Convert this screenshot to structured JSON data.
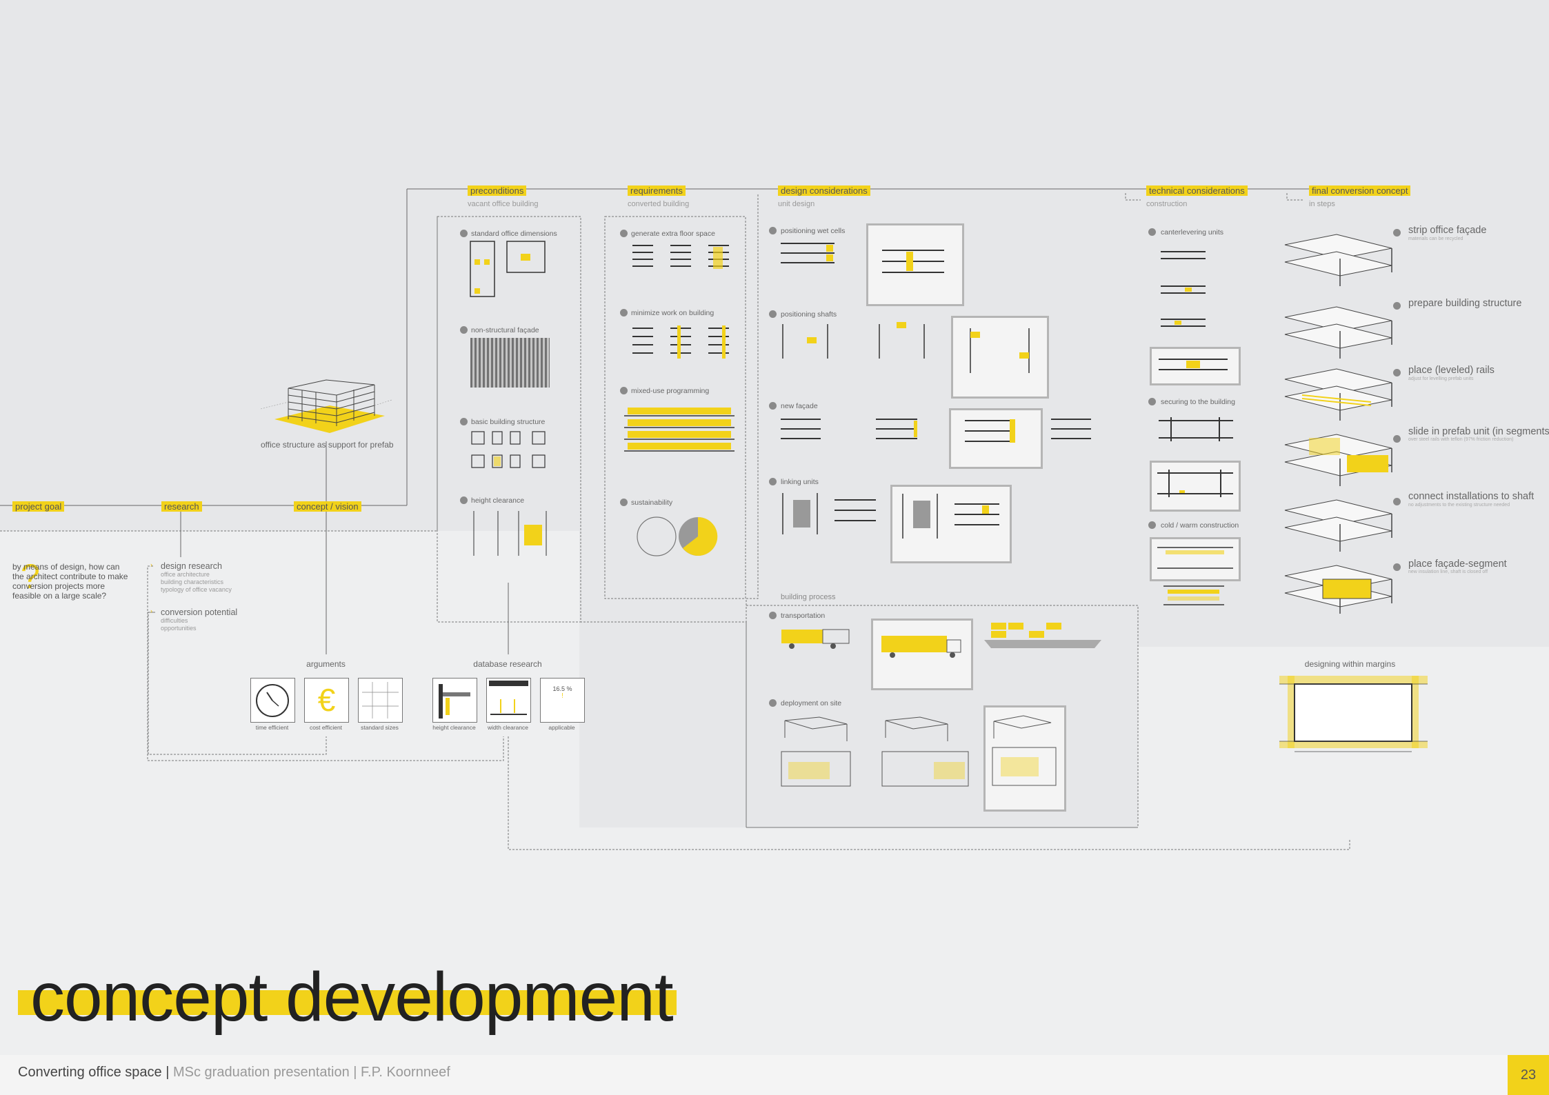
{
  "header": {
    "project_goal": "project goal",
    "research": "research",
    "concept_vision": "concept / vision",
    "preconditions": "preconditions",
    "preconditions_sub": "vacant office building",
    "requirements": "requirements",
    "requirements_sub": "converted building",
    "design_considerations": "design considerations",
    "design_considerations_sub": "unit design",
    "technical_considerations": "technical considerations",
    "technical_considerations_sub": "construction",
    "final_concept": "final conversion concept",
    "final_concept_sub": "in steps"
  },
  "question": "by means of design, how can the architect contribute to make conversion projects more feasible on a large scale?",
  "question_mark": "?",
  "research_items": [
    {
      "title": "design research",
      "lines": [
        "office architecture",
        "building characteristics",
        "typology of office vacancy"
      ]
    },
    {
      "title": "conversion potential",
      "lines": [
        "difficulties",
        "opportunities"
      ]
    }
  ],
  "concept_caption": "office structure as support for prefab",
  "arguments": {
    "title": "arguments",
    "items": [
      "time efficient",
      "cost efficient",
      "standard sizes"
    ],
    "euro": "€"
  },
  "database": {
    "title": "database research",
    "items": [
      "height clearance",
      "width clearance",
      "applicable"
    ],
    "percent": "16.5 %"
  },
  "preconditions_items": [
    "standard office dimensions",
    "non-structural façade",
    "basic building structure",
    "height clearance"
  ],
  "requirements_items": [
    "generate extra floor space",
    "minimize work on building",
    "mixed-use programming",
    "sustainability"
  ],
  "design_items": [
    "positioning wet cells",
    "positioning shafts",
    "new façade",
    "linking units"
  ],
  "building_process": {
    "title": "building process",
    "items": [
      "transportation",
      "deployment on site"
    ]
  },
  "technical_items": [
    "canterlevering units",
    "securing to the building",
    "cold / warm construction"
  ],
  "final_steps": [
    {
      "title": "strip office façade",
      "sub": "materials can be recycled"
    },
    {
      "title": "prepare building structure",
      "sub": ""
    },
    {
      "title": "place (leveled) rails",
      "sub": "adjust for levelling prefab units"
    },
    {
      "title": "slide in prefab unit (in segments)",
      "sub": "over steel rails with teflon (97% friction reduction)"
    },
    {
      "title": "connect installations to shaft",
      "sub": "no adjustments to the existing structure needed"
    },
    {
      "title": "place façade-segment",
      "sub": "new insulation line, shaft is closed off"
    }
  ],
  "margins_title": "designing within margins",
  "page_title": "concept development",
  "footer": {
    "main": "Converting office space",
    "sep1": "|",
    "mid": "MSc graduation presentation",
    "sep2": "|",
    "author": "F.P. Koornneef",
    "page": "23"
  },
  "colors": {
    "accent": "#f2d21a",
    "background": "#e6e7e9",
    "panel": "#eeeff0",
    "text": "#555555"
  }
}
